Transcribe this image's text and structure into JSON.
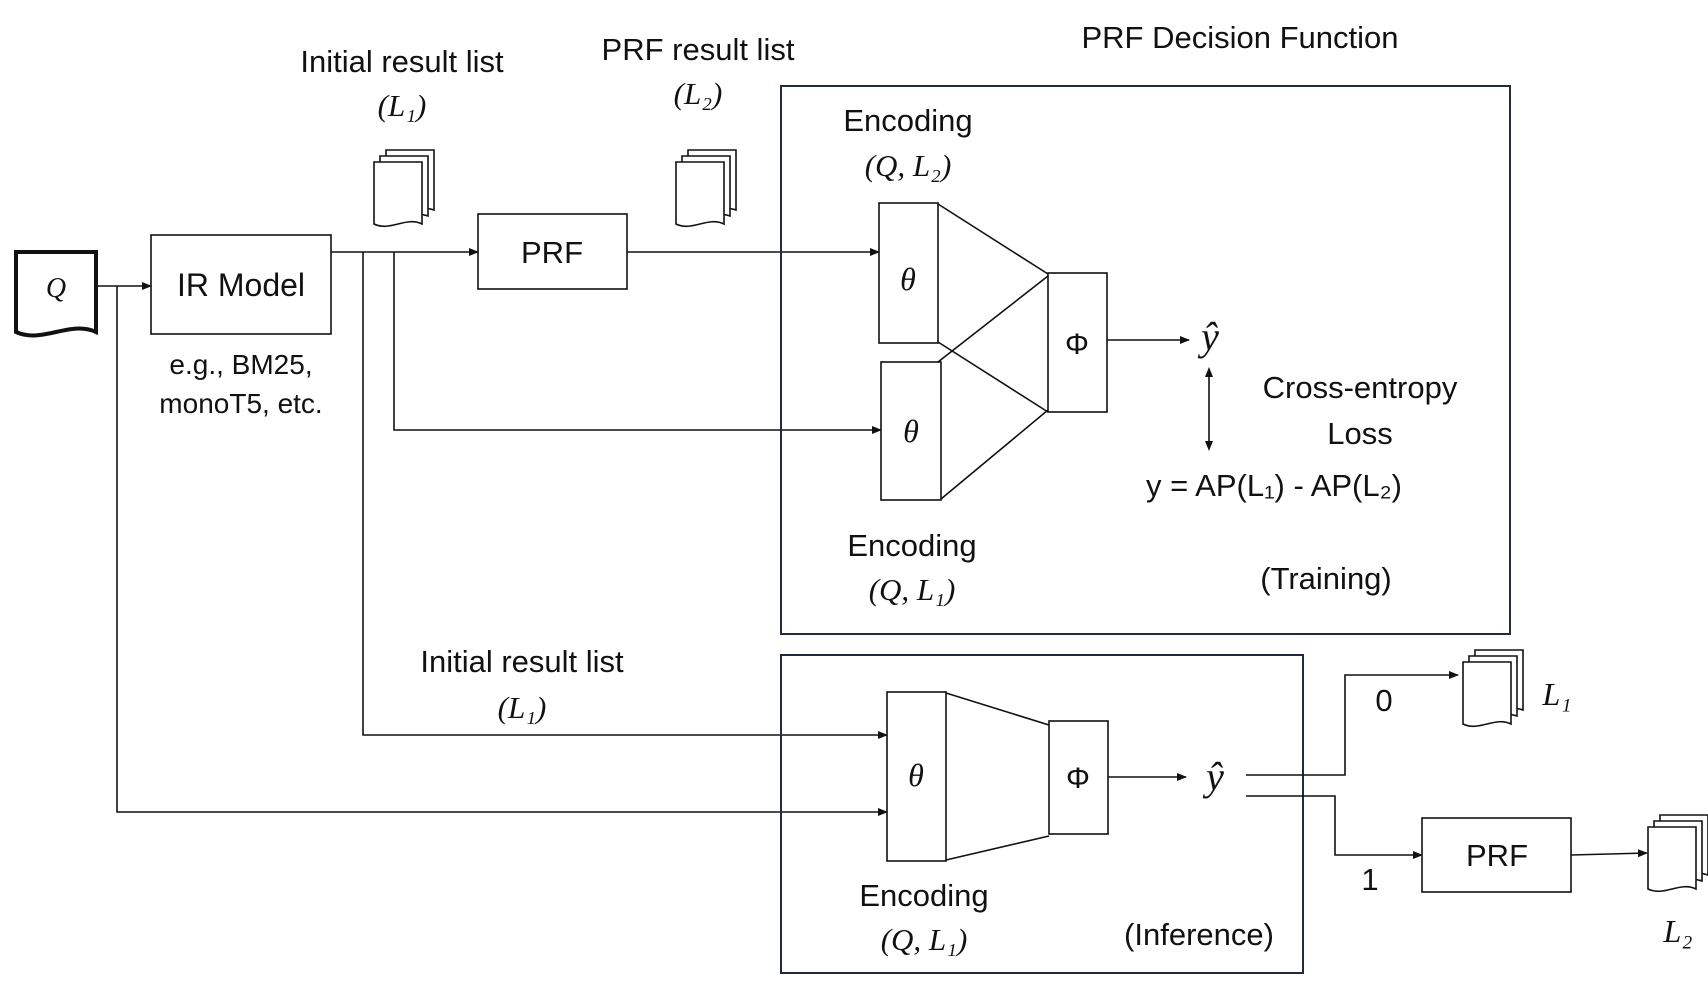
{
  "titles": {
    "decision_function": "PRF Decision Function",
    "initial_list": "Initial result list",
    "initial_list_sym": "(L₁)",
    "prf_list": "PRF result list",
    "prf_list_sym": "(L₂)",
    "initial_list_lower": "Initial result list",
    "initial_list_lower_sym": "(L₁)"
  },
  "nodes": {
    "query": "Q",
    "ir_model": "IR Model",
    "ir_examples_1": "e.g., BM25,",
    "ir_examples_2": "monoT5, etc.",
    "prf_top": "PRF",
    "prf_bottom": "PRF",
    "theta": "θ",
    "phi": "Φ",
    "y_hat": "ŷ"
  },
  "training": {
    "enc_top_1": "Encoding",
    "enc_top_2": "(Q, L₂)",
    "enc_bottom_1": "Encoding",
    "enc_bottom_2": "(Q, L₁)",
    "loss_1": "Cross-entropy",
    "loss_2": "Loss",
    "target": "y = AP(L₁) - AP(L₂)",
    "mode": "(Training)"
  },
  "inference": {
    "enc_1": "Encoding",
    "enc_2": "(Q, L₁)",
    "mode": "(Inference)",
    "branch_0": "0",
    "branch_1": "1",
    "out_l1": "L₁",
    "out_l2": "L₂"
  }
}
